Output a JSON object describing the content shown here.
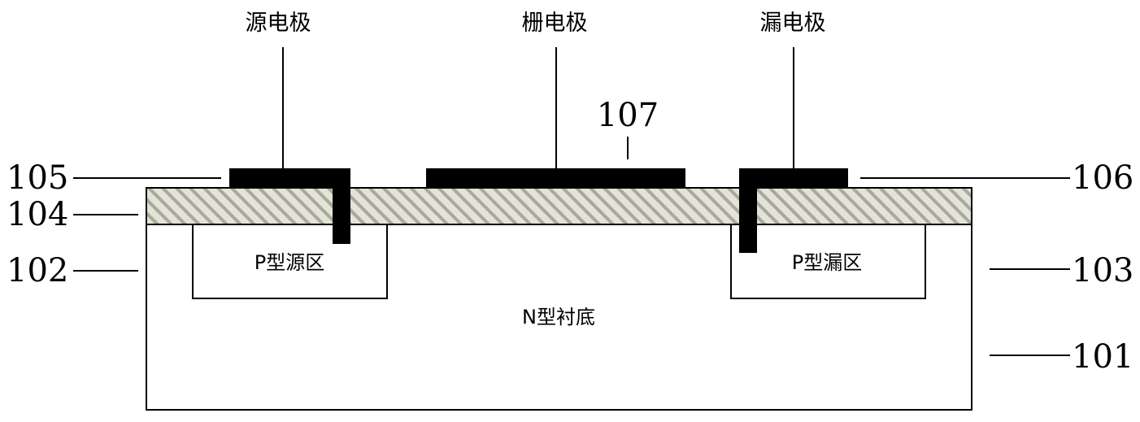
{
  "electrodes": {
    "source": "源电极",
    "gate": "栅电极",
    "drain": "漏电极"
  },
  "regions": {
    "p_source": "P型源区",
    "p_drain": "P型漏区",
    "n_substrate": "N型衬底"
  },
  "reference_numbers": {
    "r101": "101",
    "r102": "102",
    "r103": "103",
    "r104": "104",
    "r105": "105",
    "r106": "106",
    "r107": "107"
  },
  "colors": {
    "outline": "#000000",
    "hatch_bg": "#e3e3d6",
    "hatch_stripe": "#a8a8a0"
  }
}
